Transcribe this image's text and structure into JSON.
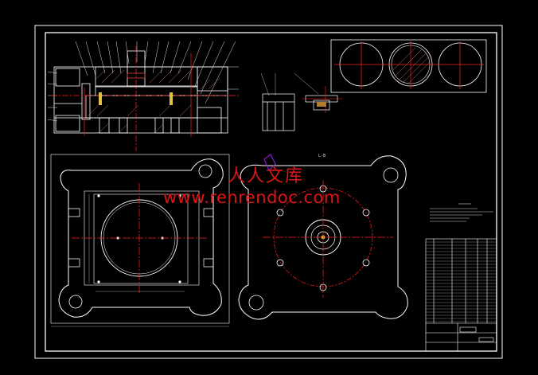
{
  "watermark": {
    "chinese": "人人文库",
    "url": "www.renrendoc.com"
  },
  "view_label": "L-B",
  "colors": {
    "background": "#000000",
    "outline": "#ffffff",
    "centerline": "#ff2020",
    "hatch": "#d08080",
    "dimension": "#c0c0c0",
    "watermark": "#e01414",
    "accent_magenta": "#a020f0"
  }
}
